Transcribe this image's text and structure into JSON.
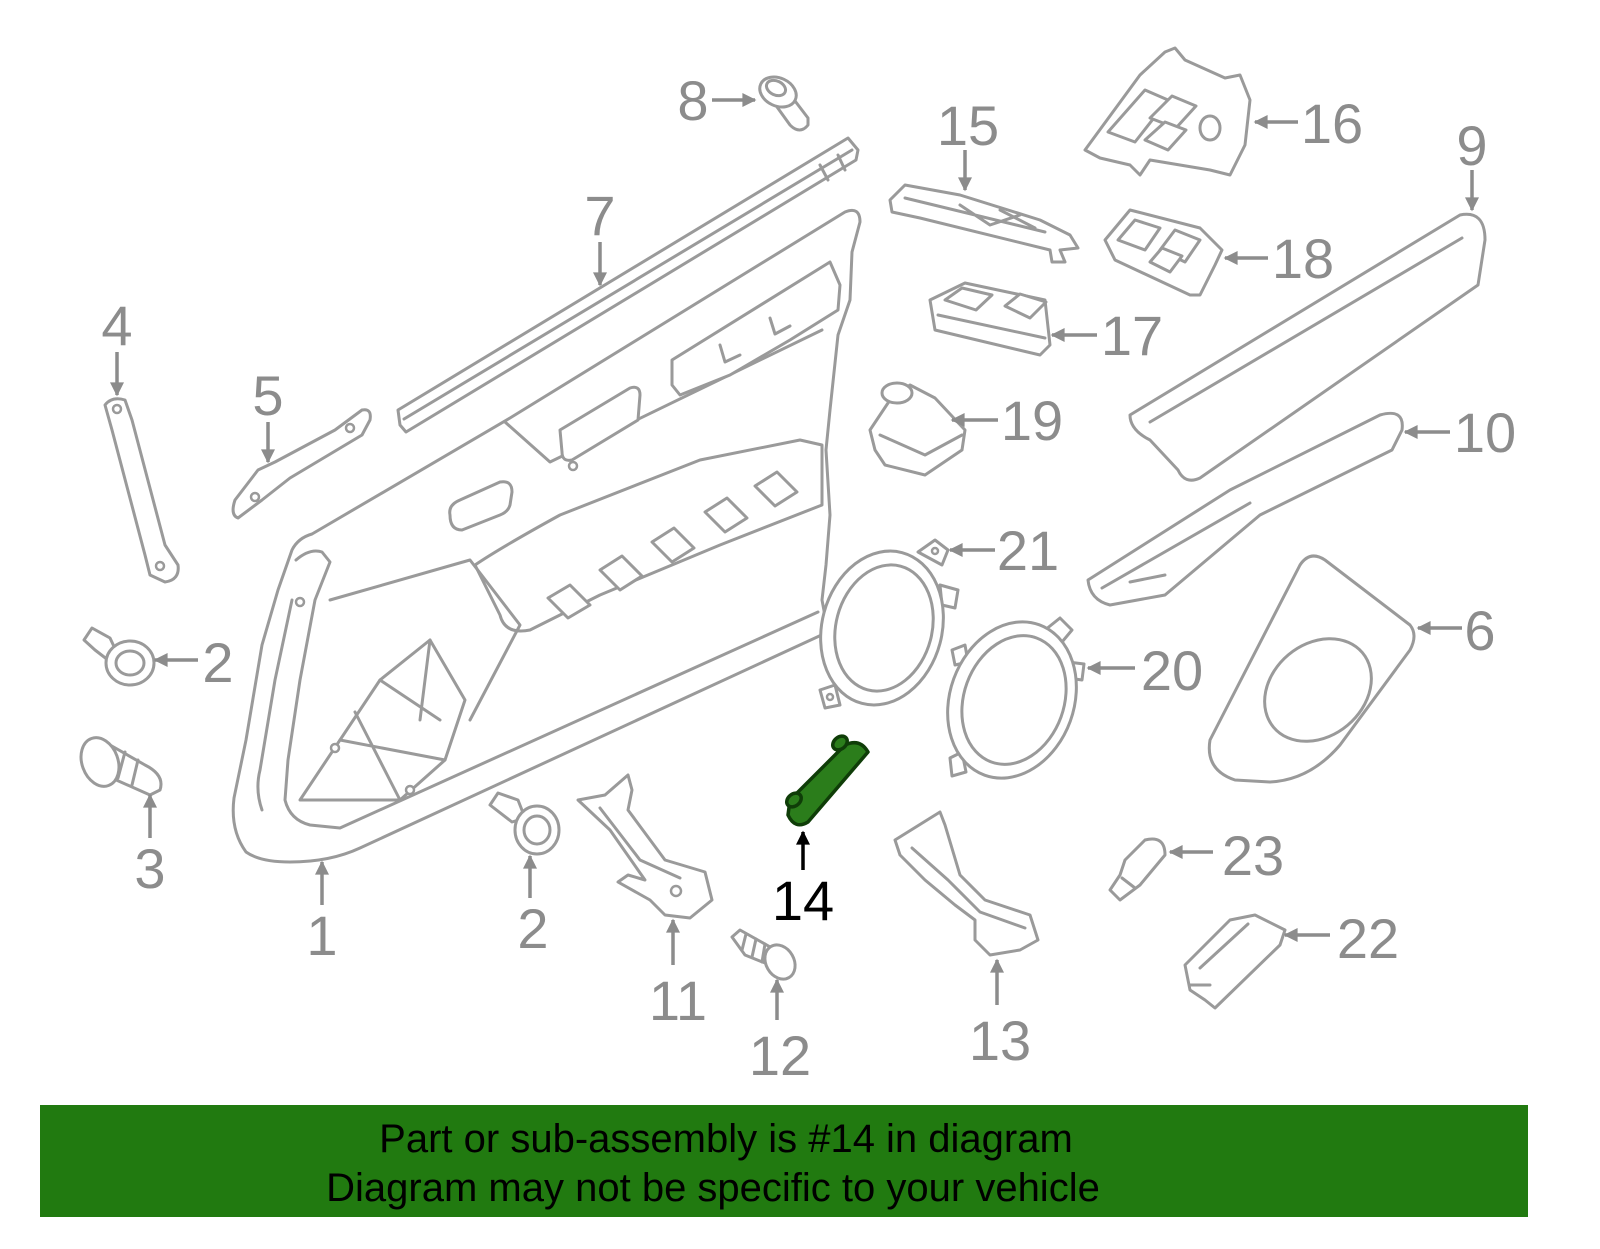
{
  "callouts": [
    {
      "label": "8"
    },
    {
      "label": "15"
    },
    {
      "label": "16"
    },
    {
      "label": "9"
    },
    {
      "label": "7"
    },
    {
      "label": "18"
    },
    {
      "label": "4"
    },
    {
      "label": "17"
    },
    {
      "label": "5"
    },
    {
      "label": "19"
    },
    {
      "label": "10"
    },
    {
      "label": "21"
    },
    {
      "label": "6"
    },
    {
      "label": "2"
    },
    {
      "label": "20"
    },
    {
      "label": "3"
    },
    {
      "label": "14"
    },
    {
      "label": "23"
    },
    {
      "label": "1"
    },
    {
      "label": "2"
    },
    {
      "label": "22"
    },
    {
      "label": "11"
    },
    {
      "label": "13"
    },
    {
      "label": "12"
    }
  ],
  "banner": {
    "line1": "Part or sub-assembly is #14 in diagram",
    "line2": "Diagram may not be specific to your vehicle"
  },
  "colors": {
    "line": "#9a9a9a",
    "label": "#8c8c8c",
    "hl-fill": "#2b7d1b",
    "hl-stroke": "#0f3d08",
    "hl-label": "#000000",
    "banner": "#217a10",
    "banner-text": "#000000"
  }
}
